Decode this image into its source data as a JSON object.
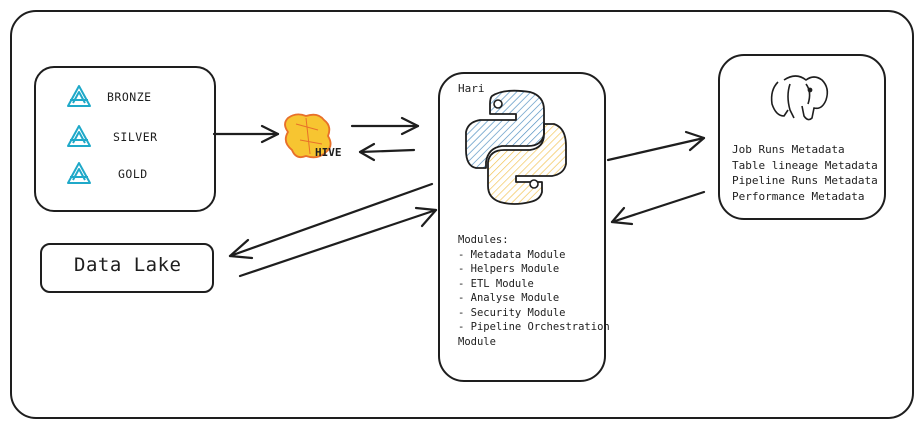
{
  "layers": {
    "items": [
      {
        "label": "BRONZE"
      },
      {
        "label": "SILVER"
      },
      {
        "label": "GOLD"
      }
    ]
  },
  "hive": {
    "label": "HIVE"
  },
  "data_lake": {
    "label": "Data Lake"
  },
  "hari": {
    "title": "Hari",
    "modules_heading": "Modules:",
    "modules": [
      "- Metadata Module",
      "- Helpers Module",
      "- ETL Module",
      "- Analyse Module",
      "- Security Module",
      "- Pipeline Orchestration",
      "Module"
    ]
  },
  "metadata_store": {
    "lines": [
      "Job Runs Metadata",
      "Table lineage Metadata",
      "Pipeline Runs Metadata",
      "Performance Metadata"
    ]
  },
  "colors": {
    "stroke": "#1e1e1e",
    "layer_icon": "#1fa9c9",
    "python_blue": "#4b8bbe",
    "python_yellow": "#f2c14e",
    "hive_yellow": "#f7c531",
    "hive_orange": "#e8702a"
  }
}
